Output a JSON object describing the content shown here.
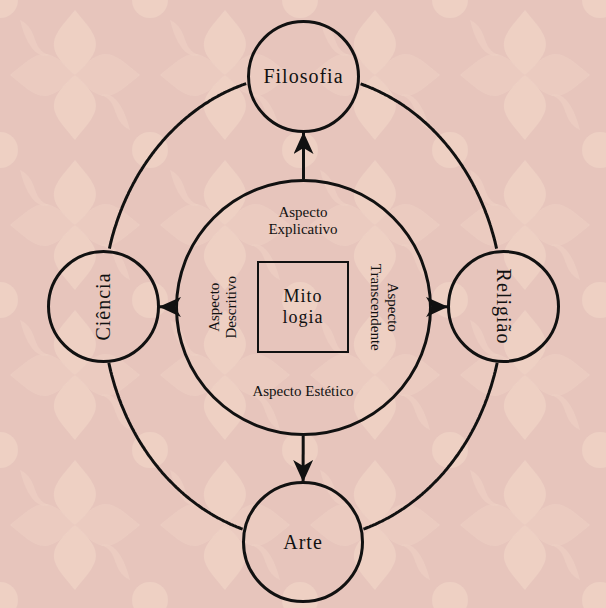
{
  "diagram": {
    "nodes": [
      {
        "text": [
          "Filosofia"
        ]
      },
      {
        "text": [
          "Ciência"
        ]
      },
      {
        "text": [
          "Aspecto Explicativo",
          "Aspecto Descritivo",
          "Aspecto Transcendente",
          "Aspecto Estético"
        ]
      },
      {
        "text": [
          "Mito logia"
        ],
        "in": 2
      },
      {
        "text": [
          "Religião"
        ]
      },
      {
        "text": [
          "Arte"
        ]
      }
    ],
    "edges": [
      {
        "from": 2,
        "to": 0,
        "arrow": "to"
      },
      {
        "from": 2,
        "to": 1,
        "arrow": "to"
      },
      {
        "from": 2,
        "to": 4,
        "arrow": "to"
      },
      {
        "from": 2,
        "to": 5,
        "arrow": "to"
      },
      {
        "from": 0,
        "to": 4,
        "arrow": "none"
      },
      {
        "from": 4,
        "to": 5,
        "arrow": "none"
      },
      {
        "from": 5,
        "to": 1,
        "arrow": "none"
      },
      {
        "from": 1,
        "to": 0,
        "arrow": "none"
      }
    ]
  }
}
